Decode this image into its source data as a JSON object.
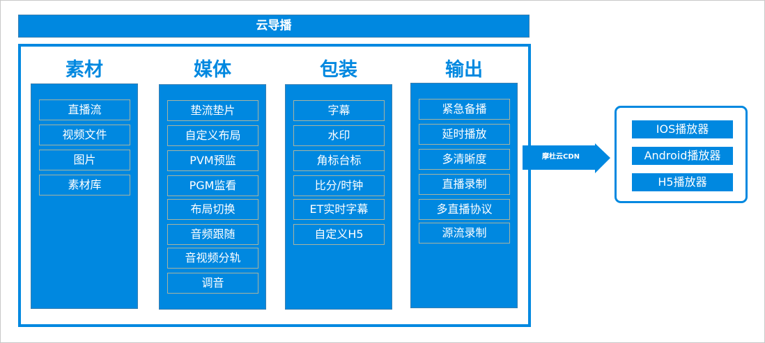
{
  "title": "云导播",
  "columns": [
    {
      "title": "素材",
      "items": [
        "直播流",
        "视频文件",
        "图片",
        "素材库"
      ]
    },
    {
      "title": "媒体",
      "items": [
        "垫流垫片",
        "自定义布局",
        "PVM预监",
        "PGM监看",
        "布局切换",
        "音频跟随",
        "音视频分轨",
        "调音"
      ]
    },
    {
      "title": "包装",
      "items": [
        "字幕",
        "水印",
        "角标台标",
        "比分/时钟",
        "ET实时字幕",
        "自定义H5"
      ]
    },
    {
      "title": "输出",
      "items": [
        "紧急备播",
        "延时播放",
        "多清晰度",
        "直播录制",
        "多直播协议",
        "源流录制"
      ]
    }
  ],
  "arrow_label": "摩杜云CDN",
  "players": [
    "IOS播放器",
    "Android播放器",
    "H5播放器"
  ],
  "colors": {
    "primary": "#0088e0"
  }
}
